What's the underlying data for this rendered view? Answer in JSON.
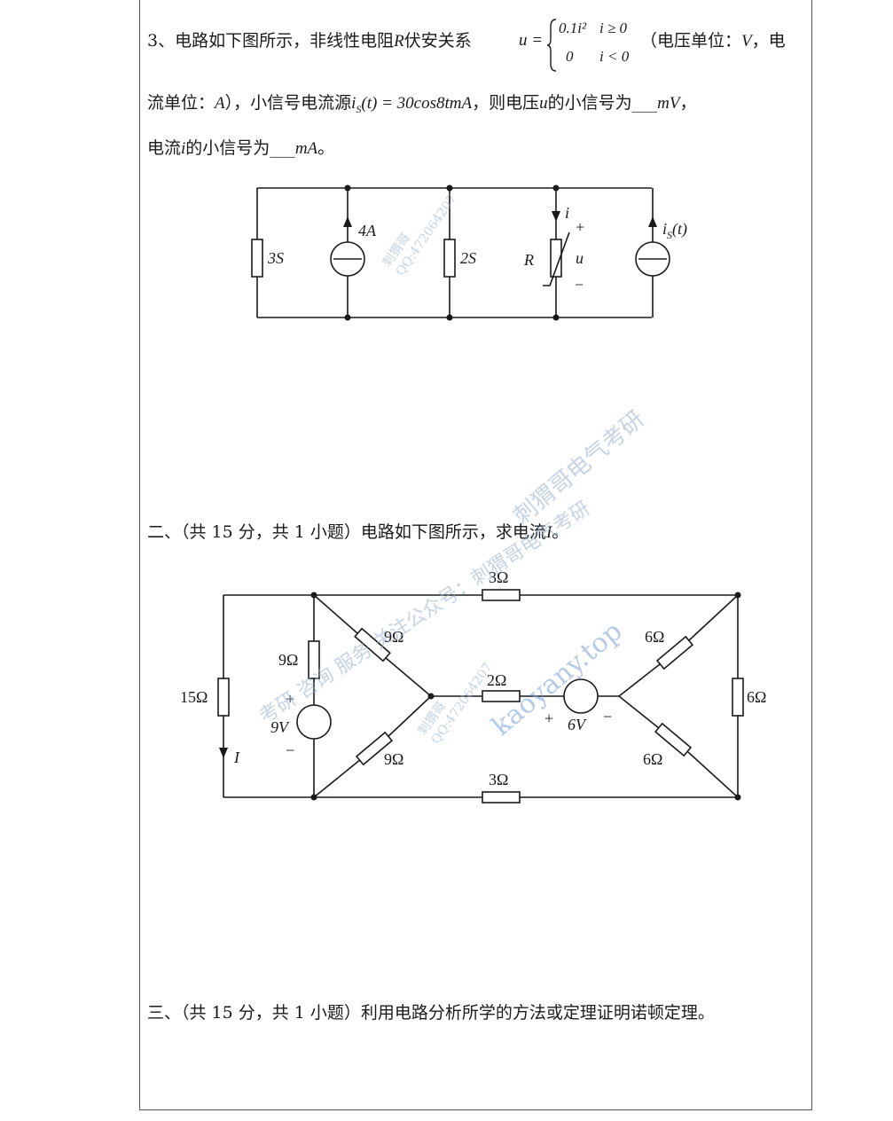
{
  "q3": {
    "line1_prefix": "3、电路如下图所示，非线性电阻",
    "line1_R": "R",
    "line1_mid": "伏安关系",
    "formula_u": "u =",
    "case1_expr": "0.1i²",
    "case1_cond": "i ≥ 0",
    "case2_expr": "0",
    "case2_cond": "i < 0",
    "line1_suffix": "（电压单位：",
    "unit_V": "V",
    "comma_dian": "，电",
    "line2_prefix": "流单位：",
    "unit_A": "A",
    "line2_mid": "），小信号电流源",
    "source_expr": "i",
    "source_sub": "S",
    "source_rest": "(t) = 30cos8tmA",
    "line2_next": "，则电压",
    "u_var": "u",
    "line2_after": "的小信号为___",
    "unit_mV": "mV",
    "line2_end": "，",
    "line3_prefix": "电流",
    "i_var": "i",
    "line3_mid": "的小信号为___",
    "unit_mA": "mA",
    "line3_end": "。"
  },
  "circuit1": {
    "g1": "3S",
    "current_source": "4A",
    "g2": "2S",
    "nonlinear_R": "R",
    "i_label": "i",
    "u_label": "u",
    "plus": "+",
    "minus": "−",
    "source_label": "i",
    "source_sub": "S",
    "source_t": "(t)"
  },
  "q2": {
    "heading": "二、（共 15 分，共 1 小题）电路如下图所示，求电流",
    "var_I": "I",
    "end": "。"
  },
  "circuit2": {
    "r_top": "3Ω",
    "r_left_vertical": "9Ω",
    "r_upper_diag": "9Ω",
    "r_15": "15Ω",
    "current_I": "I",
    "v_source": "9V",
    "plus": "+",
    "minus": "−",
    "r_lower_diag": "9Ω",
    "r_middle": "2Ω",
    "v_source2": "6V",
    "r_right_upper": "6Ω",
    "r_right_vertical": "6Ω",
    "r_right_lower": "6Ω",
    "r_bottom": "3Ω"
  },
  "q3_main": {
    "heading": "三、（共 15 分，共 1 小题）利用电路分析所学的方法或定理证明诺顿定理。"
  },
  "watermarks": {
    "wm1_name": "刺猬哥",
    "wm1_qq": "QQ:472064207",
    "wm2_name": "刺猬哥",
    "wm2_qq": "QQ:472064207",
    "wm3": "刺猬哥电气考研",
    "wm4": "考研 咨询 服务 关注公众号：刺猬哥电气考研",
    "wm5": "kaoyany.top"
  }
}
